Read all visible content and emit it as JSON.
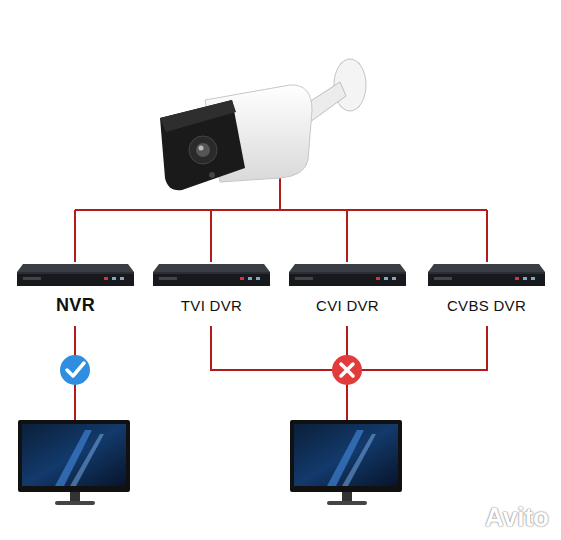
{
  "diagram": {
    "nodes": [
      {
        "text": [
          "NVR"
        ]
      },
      {
        "text": [
          "TVI DVR"
        ]
      },
      {
        "text": [
          "CVI DVR"
        ]
      },
      {
        "text": [
          "CVBS DVR"
        ]
      }
    ],
    "labels": [
      "Avito"
    ]
  }
}
